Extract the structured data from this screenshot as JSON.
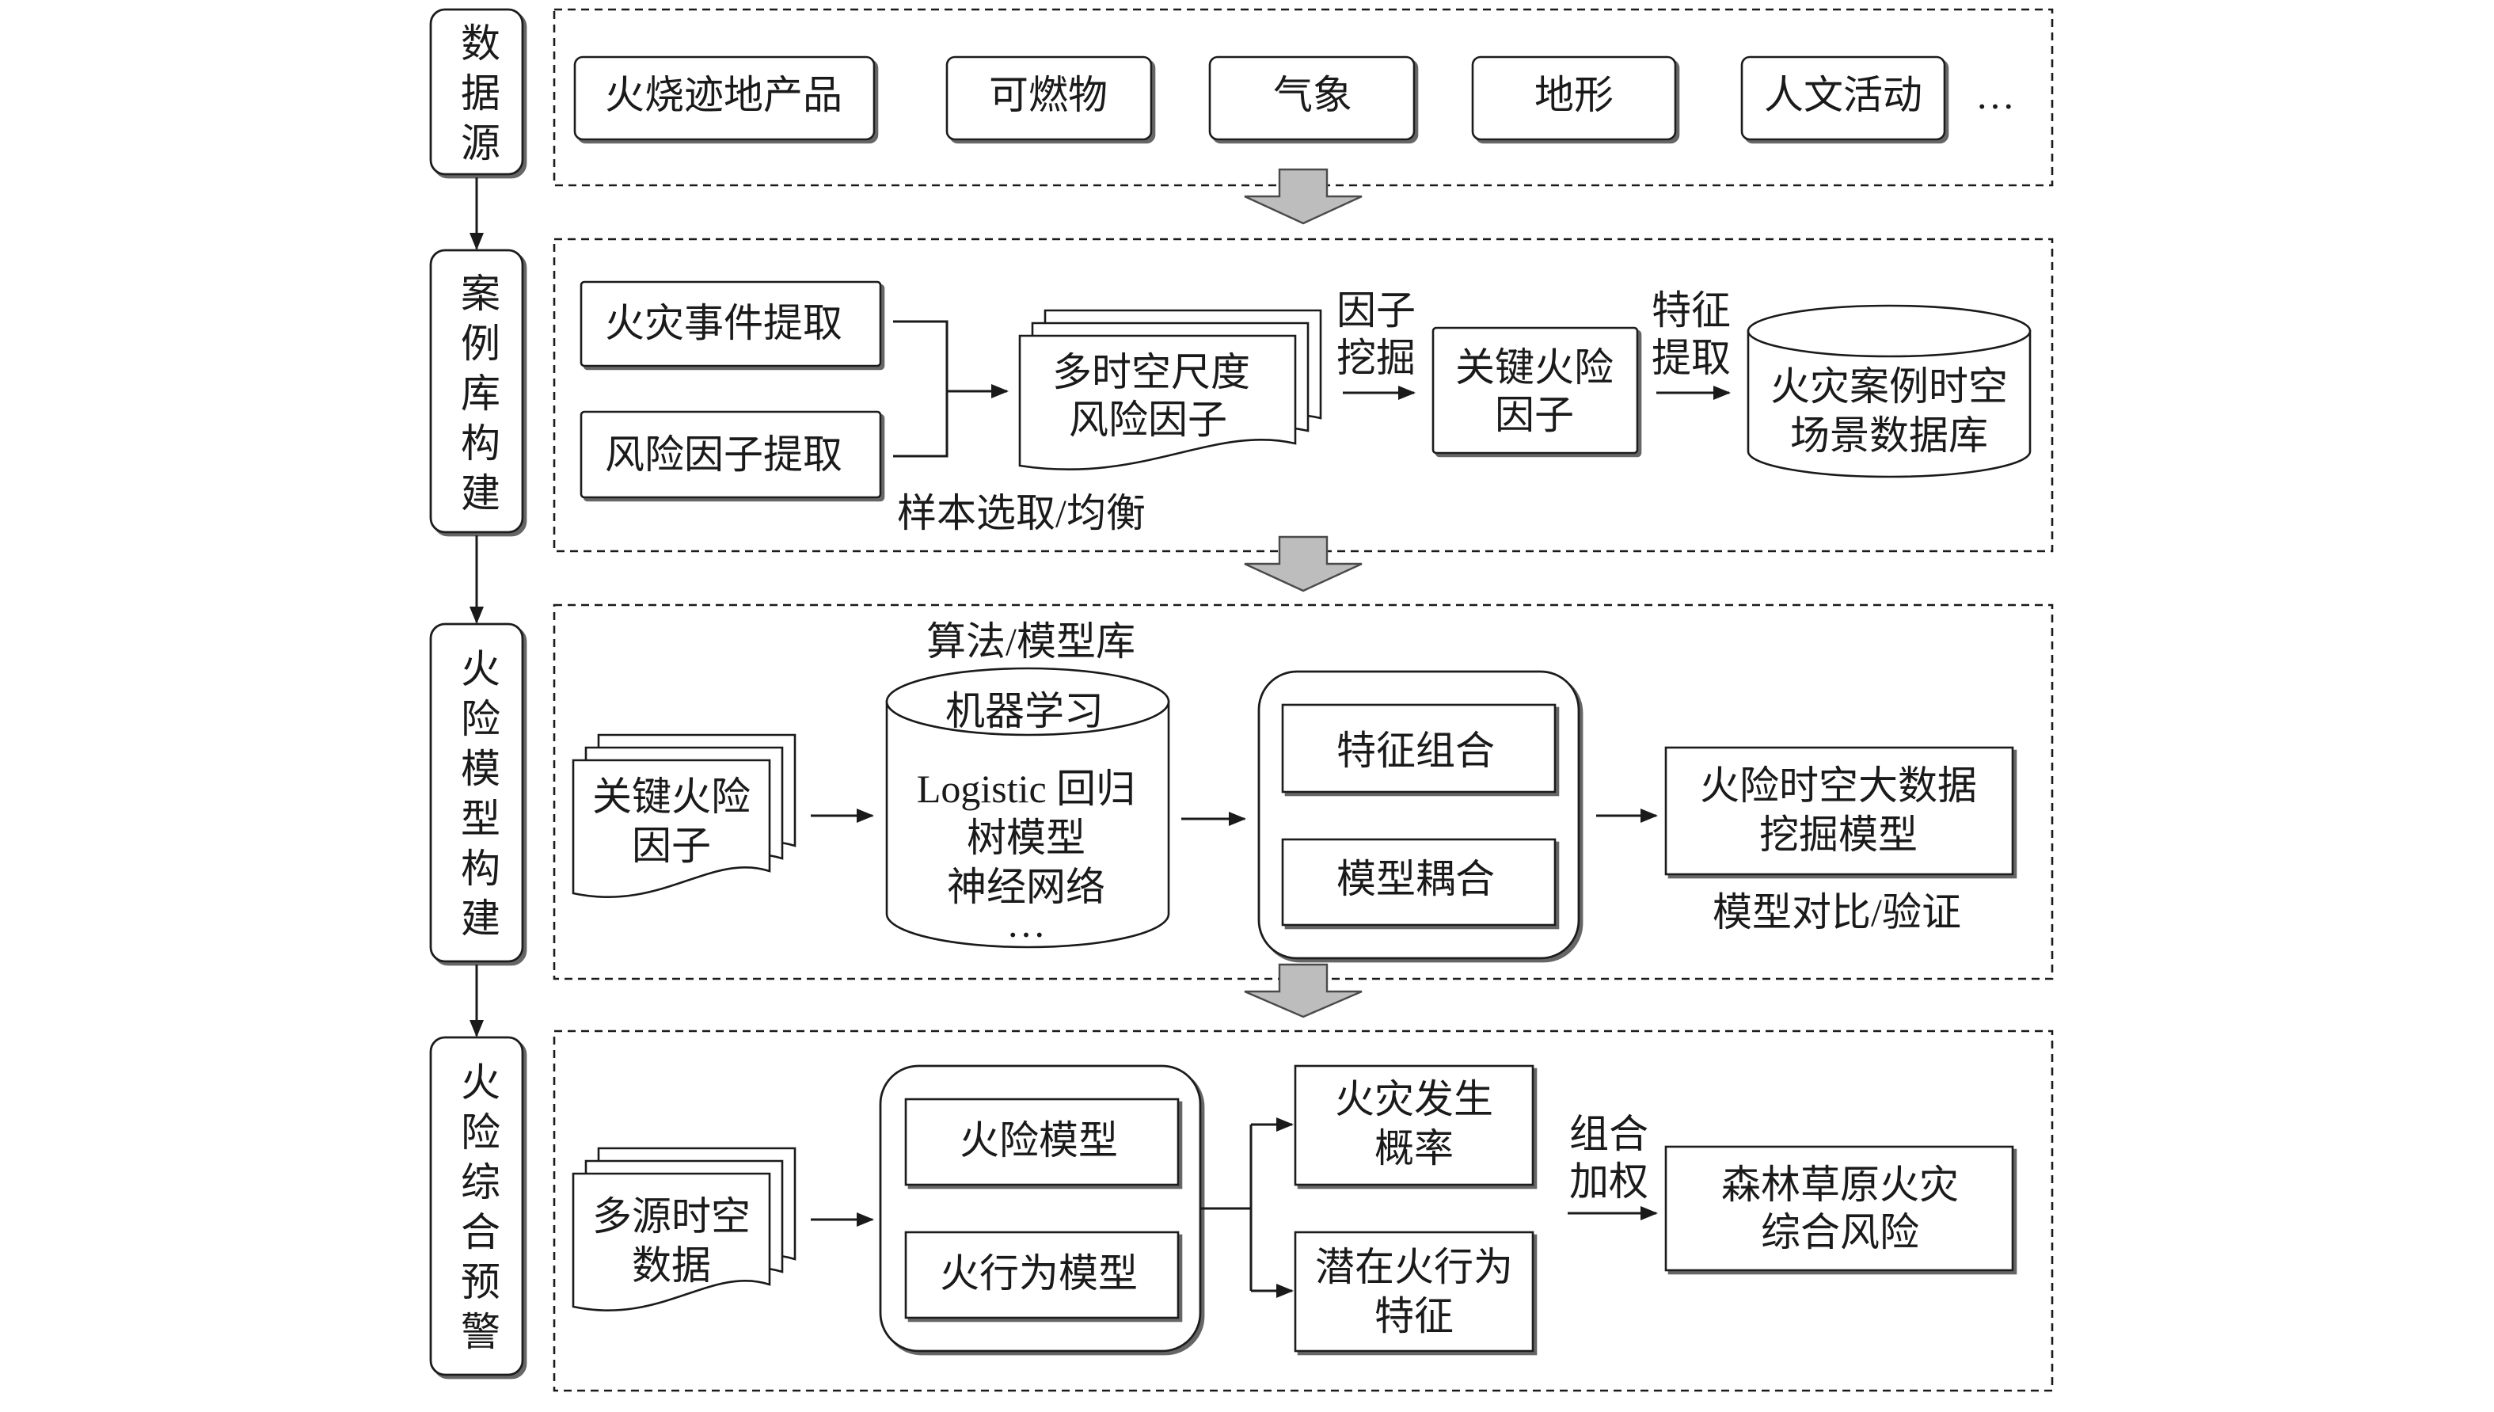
{
  "stages": {
    "data_source": "数据源",
    "case_library": "案例库构建",
    "model_building": "火险模型构建",
    "warning": "火险综合预警"
  },
  "data_source": {
    "products": [
      "火烧迹地产品",
      "可燃物",
      "气象",
      "地形",
      "人文活动"
    ],
    "more": "…"
  },
  "case_library": {
    "fire_event_extraction": "火灾事件提取",
    "risk_factor_extraction": "风险因子提取",
    "sampling_label": "样本选取/均衡",
    "multi_scale_factors": [
      "多时空尺度",
      "风险因子"
    ],
    "factor_mining_label": [
      "因子",
      "挖掘"
    ],
    "key_factors": [
      "关键火险",
      "因子"
    ],
    "feature_extraction_label": [
      "特征",
      "提取"
    ],
    "case_database": [
      "火灾案例时空",
      "场景数据库"
    ]
  },
  "model_building": {
    "key_factors": [
      "关键火险",
      "因子"
    ],
    "library_label": "算法/模型库",
    "library_category": "机器学习",
    "library_methods": [
      "Logistic 回归",
      "树模型",
      "神经网络",
      "…"
    ],
    "feature_combination": "特征组合",
    "model_coupling": "模型耦合",
    "mining_model": [
      "火险时空大数据",
      "挖掘模型"
    ],
    "validation_label": "模型对比/验证"
  },
  "warning": {
    "multi_source_data": [
      "多源时空",
      "数据"
    ],
    "fire_risk_model": "火险模型",
    "fire_behavior_model": "火行为模型",
    "fire_probability": [
      "火灾发生",
      "概率"
    ],
    "potential_behavior": [
      "潜在火行为",
      "特征"
    ],
    "weighting_label": [
      "组合",
      "加权"
    ],
    "integrated_risk": [
      "森林草原火灾",
      "综合风险"
    ]
  }
}
